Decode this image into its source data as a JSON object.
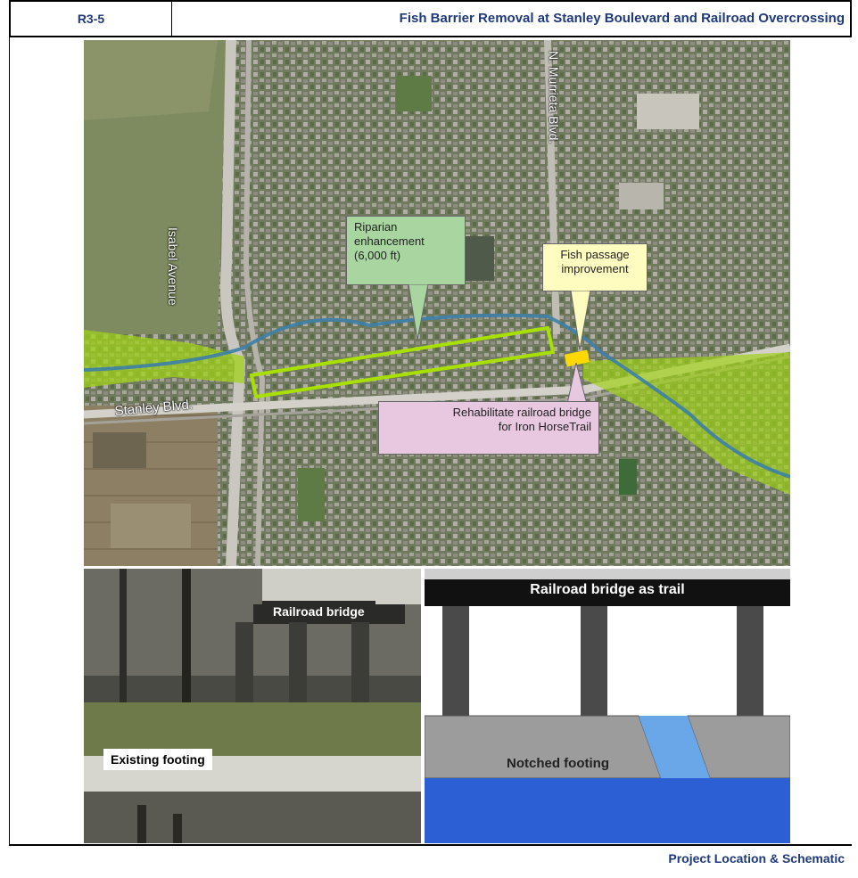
{
  "header": {
    "id": "R3-5",
    "title": "Fish Barrier Removal at Stanley Boulevard and Railroad Overcrossing"
  },
  "map": {
    "roads": {
      "isabel": "Isabel Avenue",
      "murrieta": "N. Murrieta Blvd.",
      "stanley": "Stanley Blvd."
    },
    "callouts": {
      "riparian_line1": "Riparian",
      "riparian_line2": "enhancement",
      "riparian_line3": "(6,000 ft)",
      "fish_line1": "Fish passage",
      "fish_line2": "improvement",
      "rehab_line1": "Rehabilitate railroad bridge",
      "rehab_line2": "for Iron HorseTrail"
    },
    "colors": {
      "riparian": "#a9d6a0",
      "fish": "#fffcc0",
      "rehab": "#e8c8e0",
      "highlight": "#9fd21a"
    }
  },
  "photo": {
    "bridge_label": "Railroad bridge",
    "footing_label": "Existing footing"
  },
  "schematic": {
    "title": "Railroad bridge as trail",
    "footing_label": "Notched footing"
  },
  "footer": {
    "title": "Project Location & Schematic"
  }
}
